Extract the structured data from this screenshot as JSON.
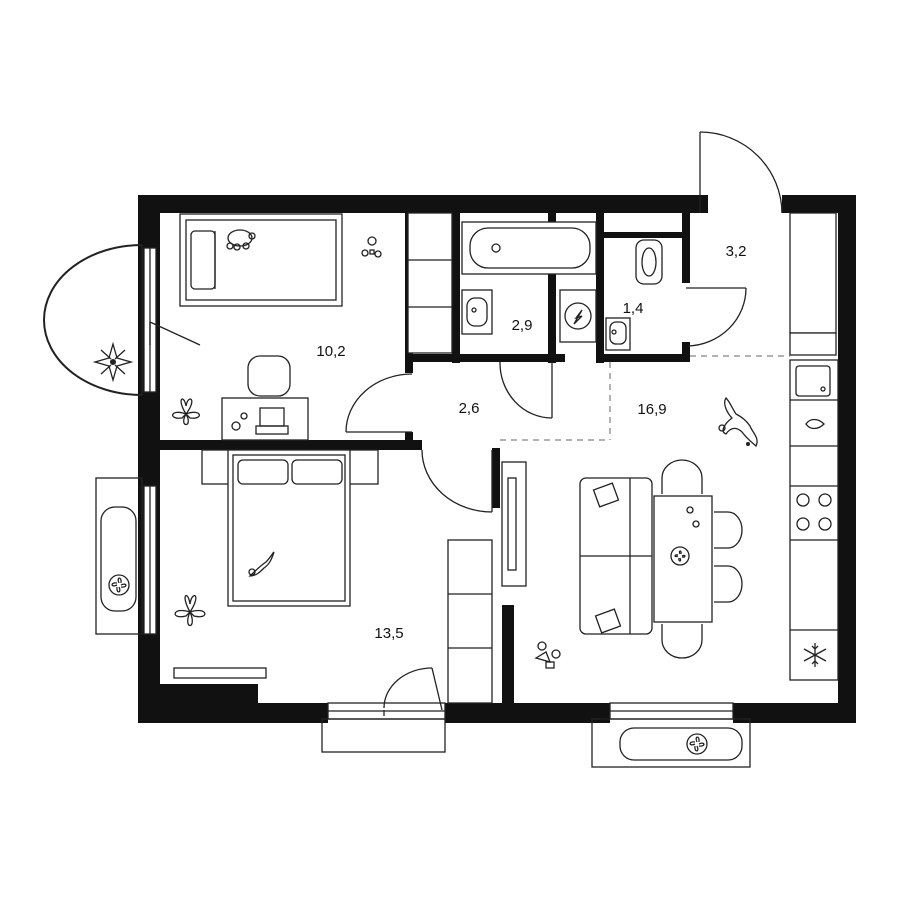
{
  "plan": {
    "colors": {
      "wall": "#111111",
      "line": "#222222",
      "background": "#ffffff"
    },
    "rooms": [
      {
        "id": "bedroom-small",
        "area": "10,2"
      },
      {
        "id": "bathroom",
        "area": "2,9"
      },
      {
        "id": "toilet",
        "area": "1,4"
      },
      {
        "id": "entrance-hall",
        "area": "3,2"
      },
      {
        "id": "corridor",
        "area": "2,6"
      },
      {
        "id": "kitchen-living",
        "area": "16,9"
      },
      {
        "id": "bedroom-main",
        "area": "13,5"
      }
    ],
    "icons": [
      "balcony-plant-icon",
      "potted-plant-icon",
      "fan-icon",
      "snowflake-icon",
      "water-drop-icon",
      "cat-icon",
      "toys-icon",
      "washing-machine-icon"
    ]
  }
}
